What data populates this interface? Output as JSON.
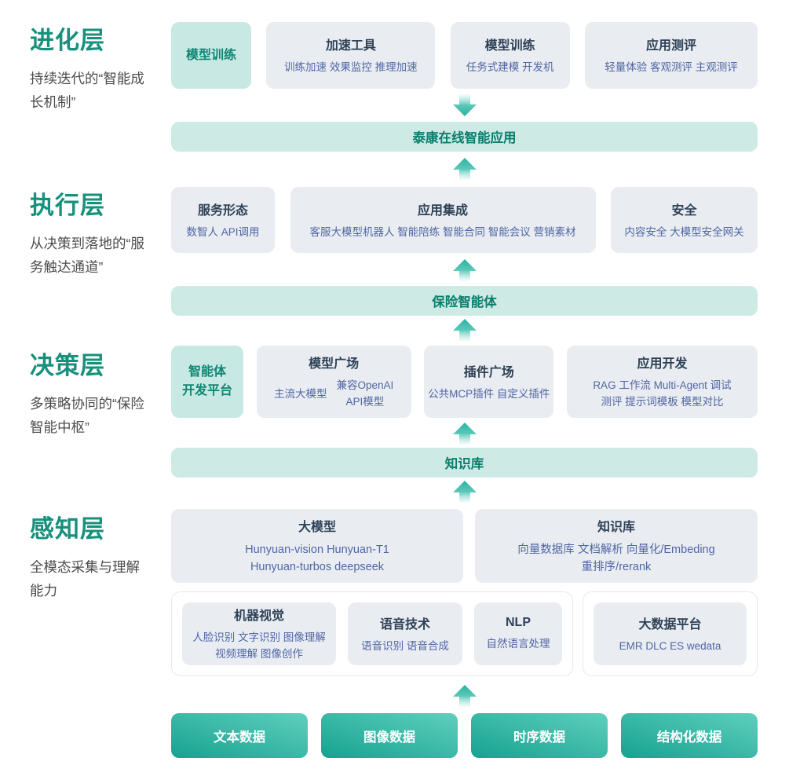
{
  "colors": {
    "layer_title_green": "#17907c",
    "card_bg_grey": "#e9edf2",
    "card_title_navy": "#2e4156",
    "card_item_blue": "#5065a4",
    "accent_card_bg": "#c8e8e3",
    "accent_text": "#0d8673",
    "banner_bg": "#cdeae5",
    "banner_text": "#0a7e6d",
    "arrow_teal": "#2db5a3",
    "button_gradient_start": "#16a290",
    "button_gradient_end": "#60cfbe"
  },
  "layers": {
    "evolution": {
      "title": "进化层",
      "subtitle": "持续迭代的“智能成长机制”",
      "cards": [
        {
          "title": "模型训练"
        },
        {
          "title": "加速工具",
          "items": "训练加速 效果监控 推理加速"
        },
        {
          "title": "模型训练",
          "items": "任务式建模 开发机"
        },
        {
          "title": "应用测评",
          "items": "轻量体验 客观测评 主观测评"
        }
      ]
    },
    "execution": {
      "title": "执行层",
      "subtitle": "从决策到落地的“服务触达通道”",
      "cards": [
        {
          "title": "服务形态",
          "items": "数智人 API调用"
        },
        {
          "title": "应用集成",
          "items": "客服大模型机器人 智能陪练 智能合同 智能会议 营销素材"
        },
        {
          "title": "安全",
          "items": "内容安全 大模型安全网关"
        }
      ]
    },
    "decision": {
      "title": "决策层",
      "subtitle": "多策略协同的“保险智能中枢”",
      "cards": [
        {
          "title_line1": "智能体",
          "title_line2": "开发平台"
        },
        {
          "title": "模型广场",
          "item_left": "主流大模型",
          "item_right_line1": "兼容OpenAI",
          "item_right_line2": "API模型"
        },
        {
          "title": "插件广场",
          "items": "公共MCP插件 自定义插件"
        },
        {
          "title": "应用开发",
          "items_line1": "RAG 工作流 Multi-Agent 调试",
          "items_line2": "测评 提示词模板 模型对比"
        }
      ]
    },
    "perception": {
      "title": "感知层",
      "subtitle": "全模态采集与理解能力",
      "cards_top": [
        {
          "title": "大模型",
          "items_line1": "Hunyuan-vision Hunyuan-T1",
          "items_line2": "Hunyuan-turbos deepseek"
        },
        {
          "title": "知识库",
          "items_line1": "向量数据库 文档解析 向量化/Embeding",
          "items_line2": "重排序/rerank"
        }
      ],
      "group1": [
        {
          "title": "机器视觉",
          "items_line1": "人脸识别 文字识别 图像理解",
          "items_line2": "视频理解 图像创作"
        },
        {
          "title": "语音技术",
          "items_line1": "语音识别 语音合成"
        },
        {
          "title": "NLP",
          "items_line1": "自然语言处理"
        }
      ],
      "group2": [
        {
          "title": "大数据平台",
          "items_line1": "EMR DLC ES wedata"
        }
      ]
    }
  },
  "banners": {
    "app": "泰康在线智能应用",
    "agent": "保险智能体",
    "knowledge": "知识库"
  },
  "data_sources": [
    {
      "label": "文本数据"
    },
    {
      "label": "图像数据"
    },
    {
      "label": "时序数据"
    },
    {
      "label": "结构化数据"
    }
  ]
}
